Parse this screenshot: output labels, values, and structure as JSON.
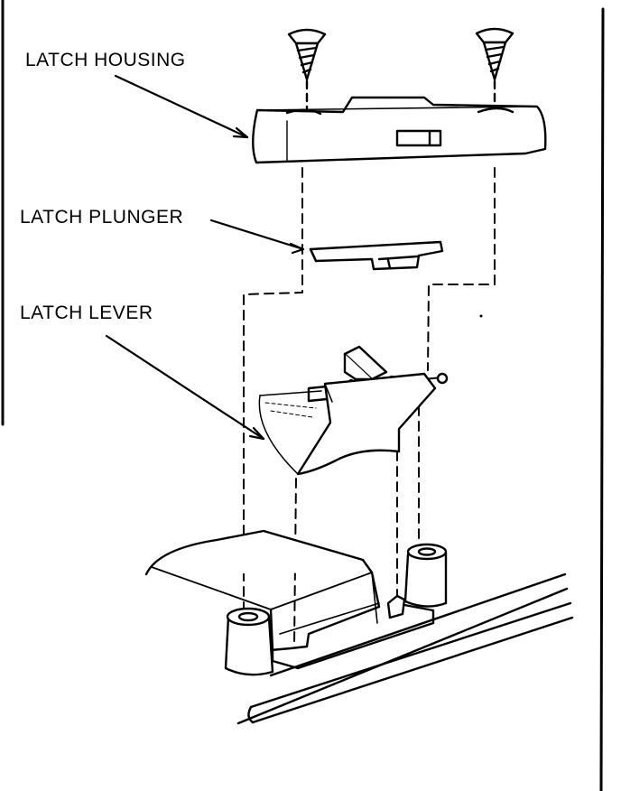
{
  "labels": {
    "latch_housing": "LATCH HOUSING",
    "latch_plunger": "LATCH PLUNGER",
    "latch_lever": "LATCH LEVER"
  },
  "colors": {
    "ink": "#000000",
    "paper": "#ffffff"
  }
}
